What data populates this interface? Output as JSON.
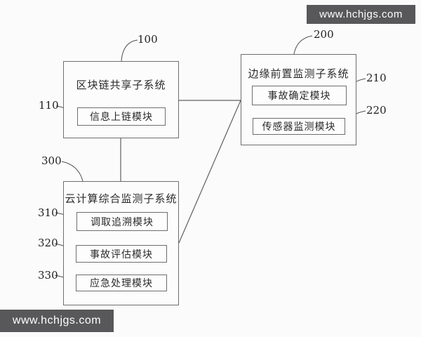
{
  "watermarks": {
    "top_right": "www.hchjgs.com",
    "bottom_left": "www.hchjgs.com"
  },
  "colors": {
    "watermark_bg": "#58585a",
    "watermark_text": "#ffffff",
    "line_color": "#5f5f5f",
    "box_border": "#6e6e6e",
    "text": "#2a2a2a",
    "background": "#fbfbfb"
  },
  "diagram": {
    "blocks": [
      {
        "ref": "100",
        "title": "区块链共享子系统",
        "modules": [
          {
            "ref": "110",
            "label": "信息上链模块"
          }
        ]
      },
      {
        "ref": "200",
        "title": "边缘前置监测子系统",
        "modules": [
          {
            "ref": "210",
            "label": "事故确定模块"
          },
          {
            "ref": "220",
            "label": "传感器监测模块"
          }
        ]
      },
      {
        "ref": "300",
        "title": "云计算综合监测子系统",
        "modules": [
          {
            "ref": "310",
            "label": "调取追溯模块"
          },
          {
            "ref": "320",
            "label": "事故评估模块"
          },
          {
            "ref": "330",
            "label": "应急处理模块"
          }
        ]
      }
    ],
    "connections": [
      {
        "from": "100",
        "to": "200"
      },
      {
        "from": "100",
        "to": "300"
      },
      {
        "from": "200",
        "to": "300"
      }
    ]
  }
}
